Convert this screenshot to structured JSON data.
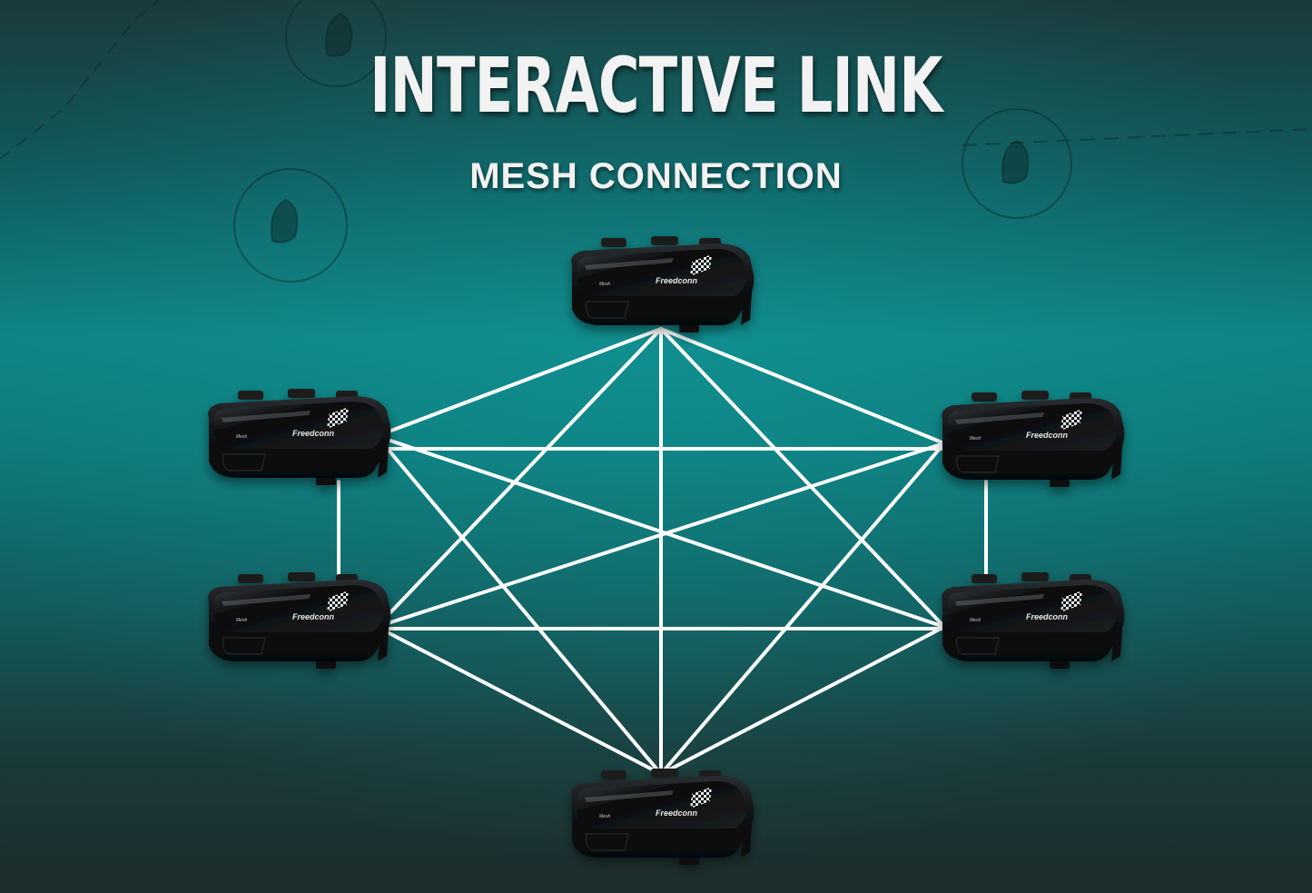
{
  "heading": {
    "title": "INTERACTIVE LINK",
    "subtitle": "MESH CONNECTION"
  },
  "device": {
    "brand": "Freedconn",
    "model": "Mesh"
  },
  "colors": {
    "background_mid": "#0f8486",
    "background_dark": "#1d2c2c",
    "link_line": "#ffffff",
    "device_body": "#121416"
  },
  "network": {
    "nodes": [
      "top",
      "upper-left",
      "upper-right",
      "lower-left",
      "lower-right",
      "bottom"
    ],
    "links": [
      [
        "top",
        "upper-left"
      ],
      [
        "top",
        "upper-right"
      ],
      [
        "top",
        "lower-left"
      ],
      [
        "top",
        "lower-right"
      ],
      [
        "top",
        "bottom"
      ],
      [
        "upper-left",
        "upper-right"
      ],
      [
        "upper-left",
        "lower-left"
      ],
      [
        "upper-left",
        "lower-right"
      ],
      [
        "upper-left",
        "bottom"
      ],
      [
        "upper-right",
        "lower-left"
      ],
      [
        "upper-right",
        "lower-right"
      ],
      [
        "upper-right",
        "bottom"
      ],
      [
        "lower-left",
        "lower-right"
      ],
      [
        "lower-left",
        "bottom"
      ],
      [
        "lower-right",
        "bottom"
      ]
    ]
  }
}
